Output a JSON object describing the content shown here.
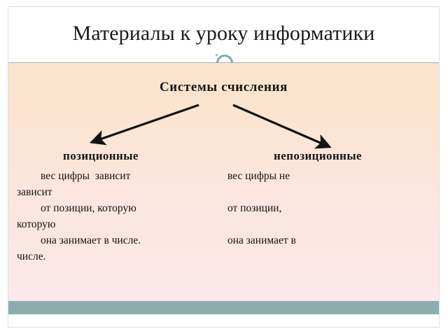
{
  "slide": {
    "title": "Материалы к уроку информатики",
    "diagram": {
      "heading": "Системы счисления",
      "branches": [
        {
          "label": "позиционные"
        },
        {
          "label": "непозиционные"
        }
      ],
      "arrows": [
        {
          "name": "arrow-to-positional",
          "direction": "down-left"
        },
        {
          "name": "arrow-to-nonpositional",
          "direction": "down-right"
        }
      ]
    },
    "columns": {
      "left": [
        "вес цифры  зависит",
        "от позиции, которую",
        "она занимает в числе."
      ],
      "right": [
        "вес цифры не",
        "от позиции,",
        "она занимает в"
      ],
      "right_wrapped_tails": [
        "зависит",
        "которую",
        "числе."
      ]
    },
    "ornament": {
      "name": "ring-ornament"
    }
  },
  "colors": {
    "accent_teal": "#8aaeae",
    "ring_teal": "#82a9ab",
    "body_top": "#fae4ca",
    "body_bottom": "#fce8ec",
    "rule": "#a9b8bb",
    "text": "#161616",
    "border": "#d7dfe0"
  }
}
